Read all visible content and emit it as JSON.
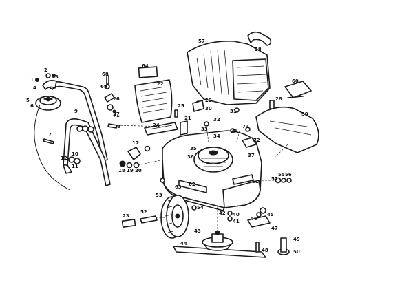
{
  "parts": [
    {
      "id": "part-1",
      "label": "1"
    },
    {
      "id": "part-2",
      "label": "2"
    },
    {
      "id": "part-3",
      "label": "3"
    },
    {
      "id": "part-4",
      "label": "4"
    },
    {
      "id": "part-5",
      "label": "5"
    },
    {
      "id": "part-6",
      "label": "6"
    },
    {
      "id": "part-7",
      "label": "7"
    },
    {
      "id": "part-8",
      "label": "8"
    },
    {
      "id": "part-9",
      "label": "9"
    },
    {
      "id": "part-10",
      "label": "10"
    },
    {
      "id": "part-11",
      "label": "11"
    },
    {
      "id": "part-12",
      "label": "12"
    },
    {
      "id": "part-17",
      "label": "17"
    },
    {
      "id": "part-18",
      "label": "18"
    },
    {
      "id": "part-19",
      "label": "19"
    },
    {
      "id": "part-20",
      "label": "20"
    },
    {
      "id": "part-21",
      "label": "21"
    },
    {
      "id": "part-22",
      "label": "22"
    },
    {
      "id": "part-23",
      "label": "23"
    },
    {
      "id": "part-24",
      "label": "24"
    },
    {
      "id": "part-25",
      "label": "25"
    },
    {
      "id": "part-26",
      "label": "26"
    },
    {
      "id": "part-27",
      "label": "27"
    },
    {
      "id": "part-28",
      "label": "28"
    },
    {
      "id": "part-29",
      "label": "29"
    },
    {
      "id": "part-30",
      "label": "30"
    },
    {
      "id": "part-31",
      "label": "31"
    },
    {
      "id": "part-32",
      "label": "32"
    },
    {
      "id": "part-33",
      "label": "33"
    },
    {
      "id": "part-34",
      "label": "34"
    },
    {
      "id": "part-35",
      "label": "35"
    },
    {
      "id": "part-36",
      "label": "36"
    },
    {
      "id": "part-37",
      "label": "37"
    },
    {
      "id": "part-38",
      "label": "38"
    },
    {
      "id": "part-40",
      "label": "40"
    },
    {
      "id": "part-41",
      "label": "41"
    },
    {
      "id": "part-42",
      "label": "42"
    },
    {
      "id": "part-43",
      "label": "43"
    },
    {
      "id": "part-44",
      "label": "44"
    },
    {
      "id": "part-45",
      "label": "45"
    },
    {
      "id": "part-46",
      "label": "46"
    },
    {
      "id": "part-47",
      "label": "47"
    },
    {
      "id": "part-48",
      "label": "48"
    },
    {
      "id": "part-49",
      "label": "49"
    },
    {
      "id": "part-50",
      "label": "50"
    },
    {
      "id": "part-51",
      "label": "51"
    },
    {
      "id": "part-52",
      "label": "52"
    },
    {
      "id": "part-53",
      "label": "53"
    },
    {
      "id": "part-54",
      "label": "54"
    },
    {
      "id": "part-55",
      "label": "55"
    },
    {
      "id": "part-56",
      "label": "56"
    },
    {
      "id": "part-57",
      "label": "57"
    },
    {
      "id": "part-58",
      "label": "58"
    },
    {
      "id": "part-59",
      "label": "59"
    },
    {
      "id": "part-60",
      "label": "60"
    },
    {
      "id": "part-61",
      "label": "61"
    },
    {
      "id": "part-62",
      "label": "62"
    },
    {
      "id": "part-63",
      "label": "63"
    },
    {
      "id": "part-64",
      "label": "64"
    },
    {
      "id": "part-68",
      "label": "68"
    },
    {
      "id": "part-69",
      "label": "69"
    },
    {
      "id": "part-71",
      "label": "71"
    },
    {
      "id": "part-72",
      "label": "72"
    },
    {
      "id": "part-73",
      "label": "73"
    }
  ]
}
